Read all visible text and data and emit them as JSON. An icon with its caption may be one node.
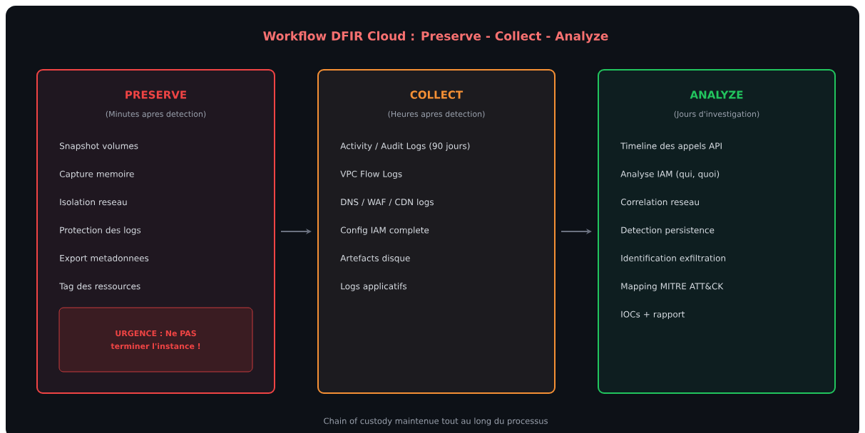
{
  "diagram": {
    "title": "Workflow DFIR Cloud : Preserve - Collect - Analyze",
    "caption": "Chain of custody maintenue tout au long du processus",
    "nodes": [
      {
        "text": [
          "PRESERVE",
          "(Minutes apres detection)",
          "Snapshot volumes",
          "Capture memoire",
          "Isolation reseau",
          "Protection des logs",
          "Export metadonnees",
          "Tag des ressources"
        ]
      },
      {
        "text": [
          "URGENCE : Ne PAS terminer l'instance !"
        ],
        "in": 0
      },
      {
        "text": [
          "COLLECT",
          "(Heures apres detection)",
          "Activity / Audit Logs (90 jours)",
          "VPC Flow Logs",
          "DNS / WAF / CDN logs",
          "Config IAM complete",
          "Artefacts disque",
          "Logs applicatifs"
        ]
      },
      {
        "text": [
          "ANALYZE",
          "(Jours d'investigation)",
          "Timeline des appels API",
          "Analyse IAM (qui, quoi)",
          "Correlation reseau",
          "Detection persistence",
          "Identification exfiltration",
          "Mapping MITRE ATT&CK",
          "IOCs + rapport"
        ]
      }
    ],
    "edges": [
      {
        "from": 0,
        "to": 2,
        "arrow": "to"
      },
      {
        "from": 2,
        "to": 3,
        "arrow": "to"
      }
    ]
  }
}
